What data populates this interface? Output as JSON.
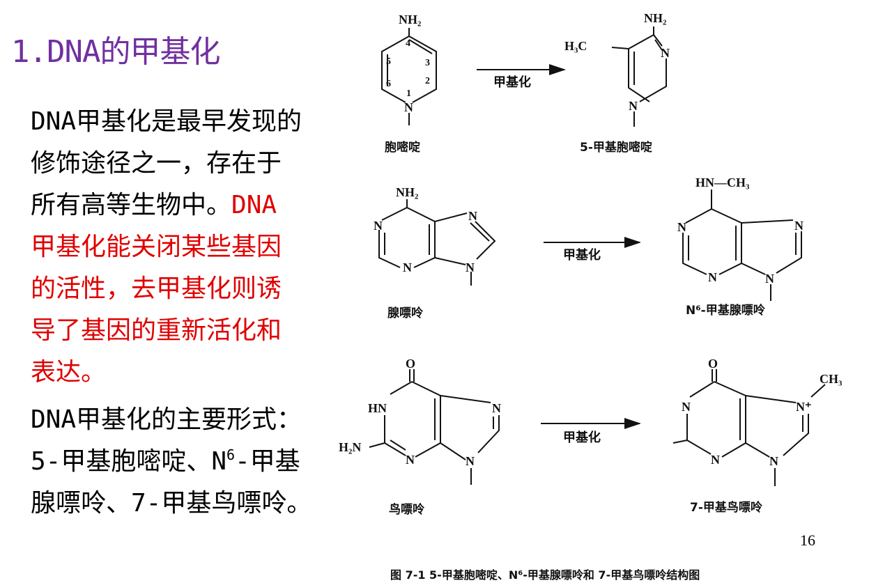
{
  "slide": {
    "title": "1.DNA的甲基化",
    "page_number": "16"
  },
  "paragraph1": {
    "black_lines": [
      "DNA甲基化是最早发现的",
      "修饰途径之一，存在于",
      "所有高等生物中。"
    ],
    "red_inline": "DNA",
    "red_lines": [
      "甲基化能关闭某些基因",
      "的活性，去甲基化则诱",
      "导了基因的重新活化和",
      "表达。"
    ]
  },
  "paragraph2": {
    "line1": "DNA甲基化的主要形式：",
    "line2_a": "5-甲基胞嘧啶、N",
    "line2_sup": "6",
    "line2_b": "-甲基",
    "line3": "腺嘌呤、7-甲基鸟嘌呤。"
  },
  "figure": {
    "arrow_label": "甲基化",
    "row1": {
      "left_name": "胞嘧啶",
      "right_name": "5-甲基胞嘧啶",
      "left_group": "NH₂",
      "right_group_top": "NH₂",
      "right_group_side": "H₃C",
      "ring_numbers": [
        "4",
        "5",
        "3",
        "6",
        "2",
        "1"
      ]
    },
    "row2": {
      "left_name": "腺嘌呤",
      "right_name": "N⁶-甲基腺嘌呤",
      "left_group": "NH₂",
      "right_group": "HN—CH₃"
    },
    "row3": {
      "left_name": "鸟嘌呤",
      "right_name": "7-甲基鸟嘌呤",
      "left_top": "O",
      "left_hn": "HN",
      "left_h2n": "H₂N",
      "right_top": "O",
      "right_ch3": "CH₃",
      "right_nplus": "N⁺"
    },
    "atom_N": "N",
    "caption": "图 7-1   5-甲基胞嘧啶、N⁶-甲基腺嘌呤和 7-甲基鸟嘌呤结构图"
  }
}
